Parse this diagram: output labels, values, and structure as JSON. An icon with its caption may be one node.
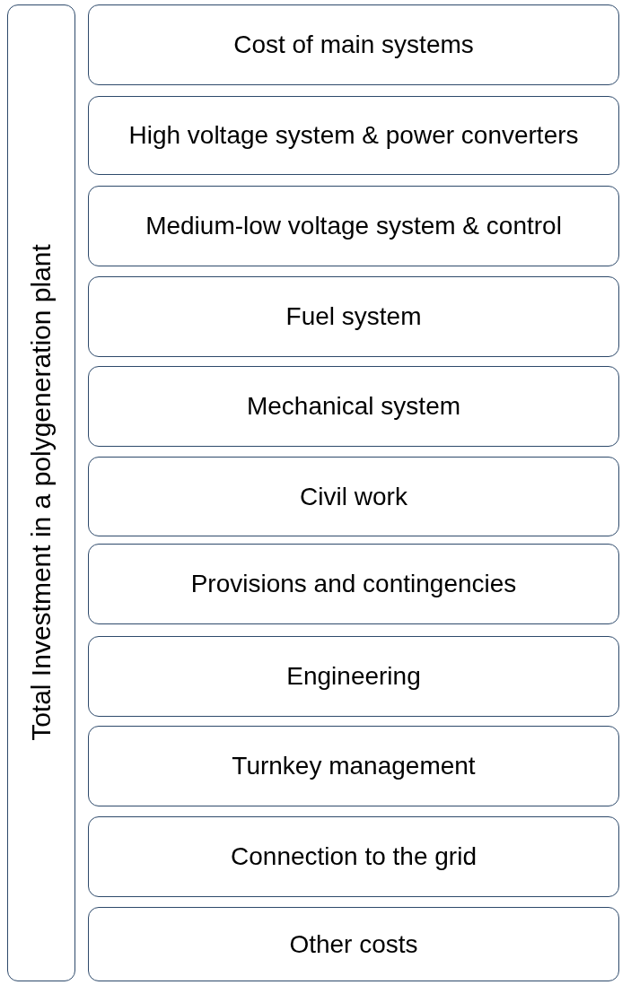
{
  "diagram": {
    "nodes": [
      {
        "text": [
          "Total Investment in a polygeneration plant"
        ]
      },
      {
        "text": [
          "Cost of main systems"
        ]
      },
      {
        "text": [
          "High voltage system & power converters"
        ]
      },
      {
        "text": [
          "Medium-low voltage system & control"
        ]
      },
      {
        "text": [
          "Fuel system"
        ]
      },
      {
        "text": [
          "Mechanical system"
        ]
      },
      {
        "text": [
          "Civil work"
        ]
      },
      {
        "text": [
          "Provisions and contingencies"
        ]
      },
      {
        "text": [
          "Engineering"
        ]
      },
      {
        "text": [
          "Turnkey management"
        ]
      },
      {
        "text": [
          "Connection to the grid"
        ]
      },
      {
        "text": [
          "Other costs"
        ]
      }
    ]
  }
}
